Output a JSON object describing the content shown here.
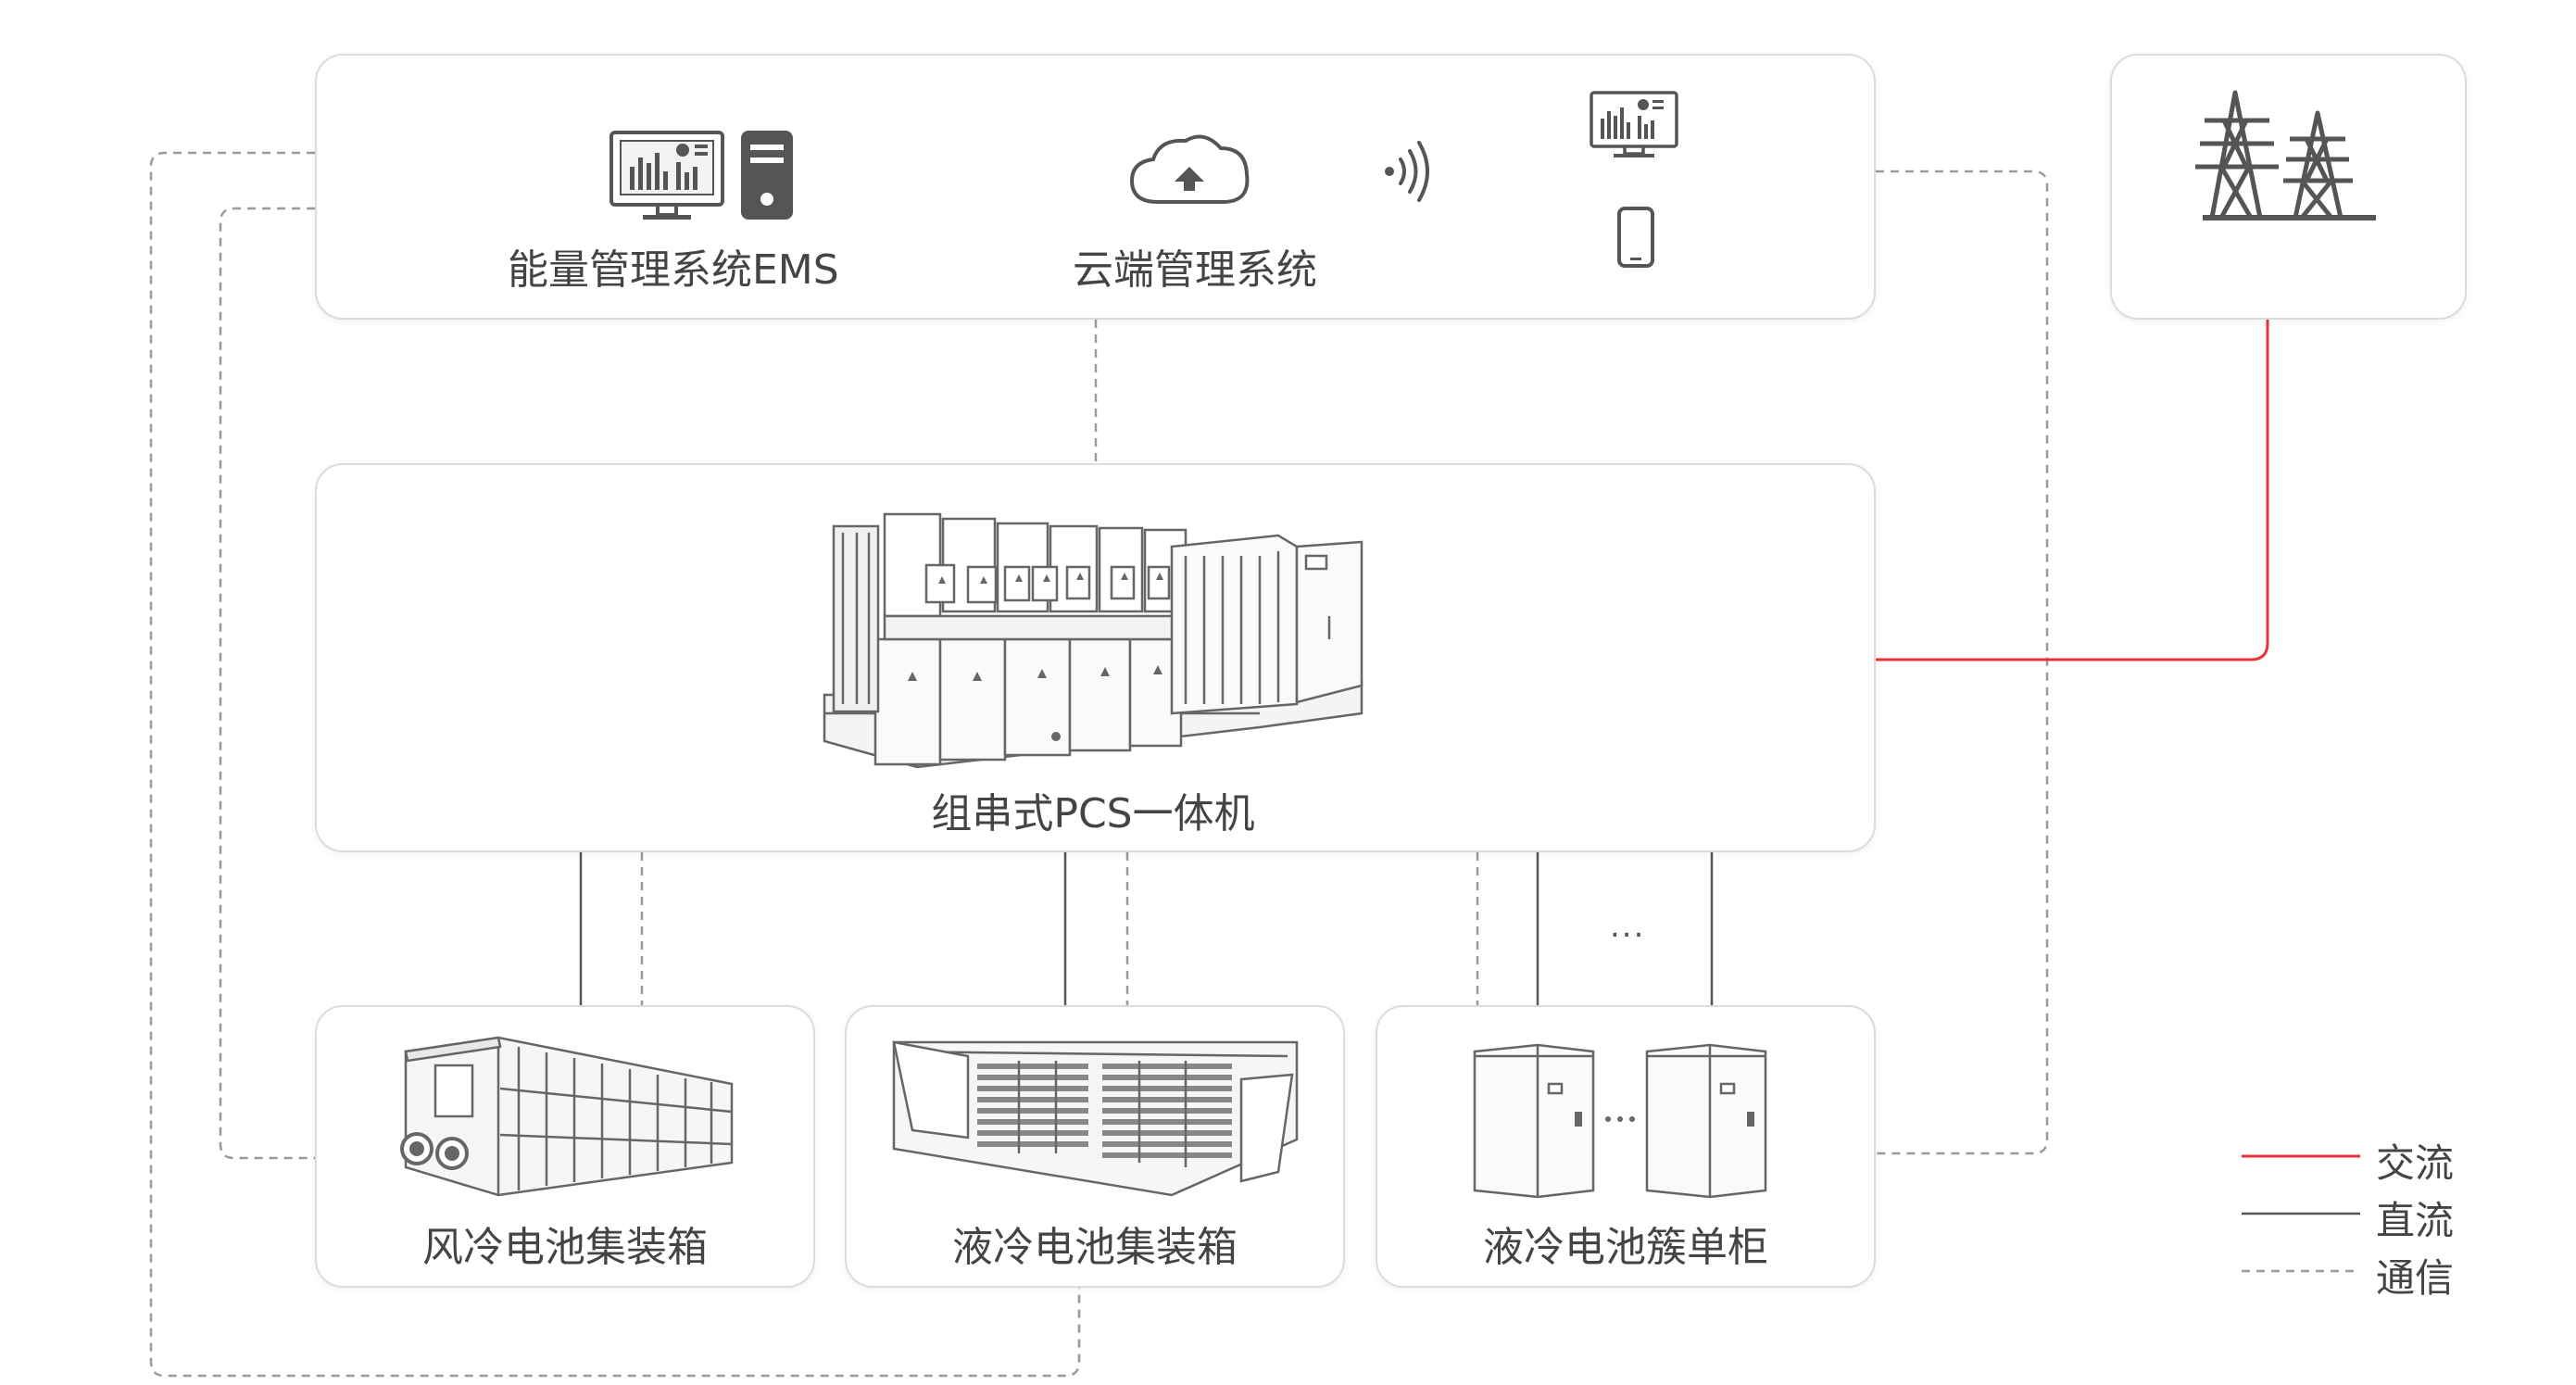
{
  "colors": {
    "ac": "#e8323c",
    "dc": "#555555",
    "comm": "#9a9a9a",
    "icon": "#555555"
  },
  "top": {
    "ems_label": "能量管理系统EMS",
    "cloud_label": "云端管理系统"
  },
  "pcs": {
    "label": "组串式PCS一体机"
  },
  "batteries": [
    {
      "label": "风冷电池集装箱"
    },
    {
      "label": "液冷电池集装箱"
    },
    {
      "label": "液冷电池簇单柜"
    }
  ],
  "ellipsis": "...",
  "legend": [
    {
      "label": "交流",
      "style": "ac"
    },
    {
      "label": "直流",
      "style": "dc"
    },
    {
      "label": "通信",
      "style": "comm"
    }
  ],
  "icons": [
    "monitor-icon",
    "server-icon",
    "cloud-icon",
    "wireless-signal-icon",
    "phone-icon",
    "power-tower-icon",
    "pcs-machine-icon",
    "air-cooled-container-icon",
    "liquid-cooled-container-icon",
    "cabinet-icon"
  ]
}
